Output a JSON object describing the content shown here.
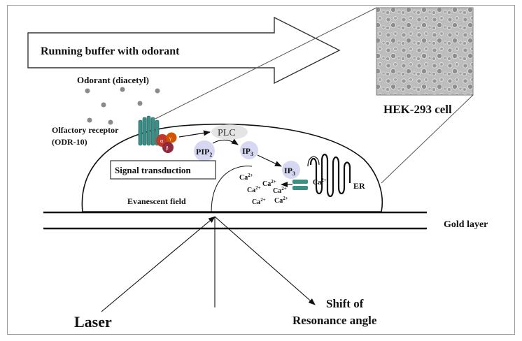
{
  "flow_label": "Running buffer with odorant",
  "odorant_label": "Odorant (diacetyl)",
  "receptor_label_line1": "Olfactory receptor",
  "receptor_label_line2": "(ODR-10)",
  "g_protein": {
    "alpha": "α",
    "beta": "β",
    "gamma": "γ"
  },
  "plc_label": "PLC",
  "pip2": {
    "main": "PIP",
    "sub": "2"
  },
  "ip3": {
    "main": "IP",
    "sub": "3"
  },
  "signal_label": "Signal transduction",
  "calcium": {
    "main": "Ca",
    "sup": "2+"
  },
  "er_label": "ER",
  "evanescent_label": "Evanescent field",
  "gold_label": "Gold layer",
  "laser_label": "Laser",
  "shift_line1": "Shift of",
  "shift_line2": "Resonance angle",
  "cell_label": "HEK-293 cell",
  "colors": {
    "frame": "#9a9a9a",
    "receptor": "#3a8f86",
    "g_alpha": "#c0392b",
    "g_beta": "#8e2a3b",
    "g_gamma": "#d35400",
    "molecule_bubble": "#d6d8f2",
    "plc_bubble": "#e4e4e4",
    "odorant_dot": "#8a8a8a",
    "channel": "#3a8f86",
    "micrograph": "#a8a8a8"
  }
}
